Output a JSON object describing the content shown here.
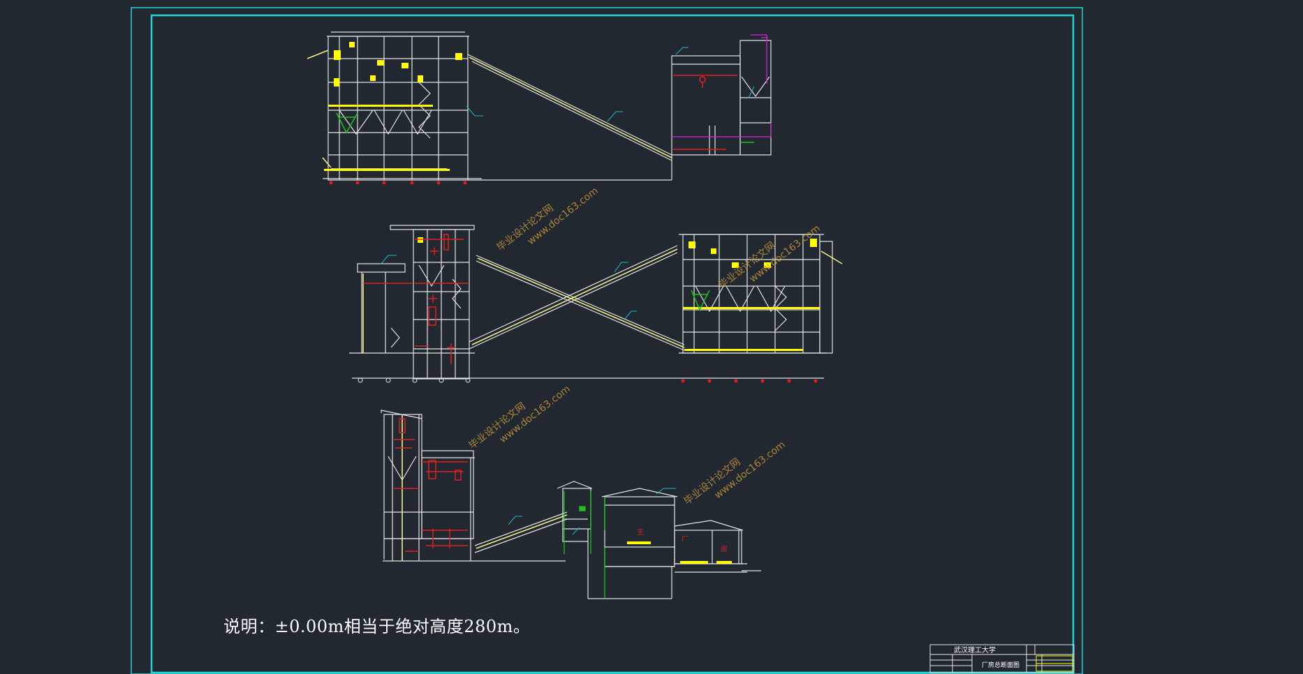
{
  "note": {
    "text": "说明：±0.00m相当于绝对高度280m。"
  },
  "title_block": {
    "school": "武汉理工大学",
    "drawing_title": "厂房总断面图"
  },
  "main_building_labels": {
    "char1": "主",
    "char2": "厂",
    "char3": "房"
  },
  "watermarks": [
    {
      "line1": "毕业设计论文网",
      "line2": "www.doc163.com"
    },
    {
      "line1": "毕业设计论文网",
      "line2": "www.doc163.com"
    },
    {
      "line1": "毕业设计论文网",
      "line2": "www.doc163.com"
    },
    {
      "line1": "毕业设计论文网",
      "line2": "www.doc163.com"
    }
  ],
  "colors": {
    "background": "#212830",
    "frame": "#1fd6d6",
    "structure": "#e6e6e6",
    "conveyor": "#f2f08a",
    "accent_yellow": "#ffff00",
    "accent_red": "#e02020",
    "accent_green": "#20c020",
    "accent_magenta": "#e020e0",
    "leader": "#20b8c8",
    "watermark": "#c8963c"
  }
}
